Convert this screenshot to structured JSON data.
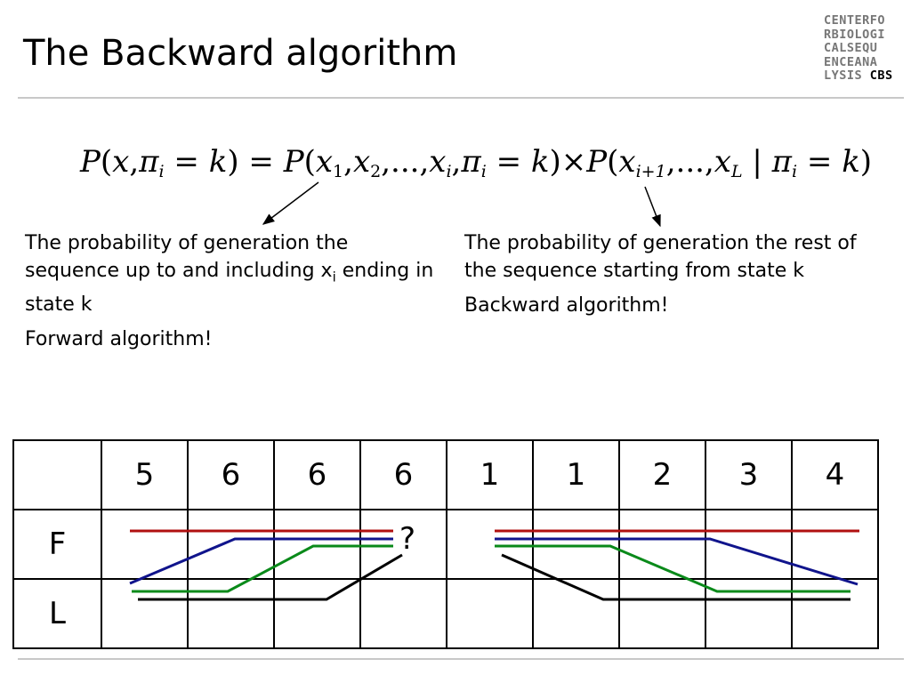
{
  "title": "The Backward algorithm",
  "logo": {
    "lines": [
      "CENTERFO",
      "RBIOLOGI",
      "CALSEQU",
      "ENCEANA",
      "LYSIS"
    ],
    "tail": "CBS"
  },
  "formula": {
    "P": "P",
    "open": "(",
    "x": "x",
    "comma": ",",
    "pi": "π",
    "i": "i",
    "eq": " = ",
    "k": "k",
    "close": ")",
    "one": "1",
    "two": "2",
    "dots": "...,",
    "times": "×",
    "ip1": "i+1",
    "L": "L",
    "bar": " | "
  },
  "left_text": {
    "line1": "The probability of generation the sequence up to and including x",
    "sub": "i",
    "line2": " ending in state k",
    "line3": "Forward algorithm!"
  },
  "right_text": {
    "line1": "The probability of generation the rest of the sequence starting from state k",
    "line2": "Backward algorithm!"
  },
  "table": {
    "header": [
      "",
      "5",
      "6",
      "6",
      "6",
      "1",
      "1",
      "2",
      "3",
      "4"
    ],
    "rows": [
      "F",
      "L"
    ],
    "question": "?"
  },
  "colors": {
    "red": "#b01010",
    "blue": "#10148c",
    "green": "#0a8a1a",
    "black": "#000000"
  }
}
